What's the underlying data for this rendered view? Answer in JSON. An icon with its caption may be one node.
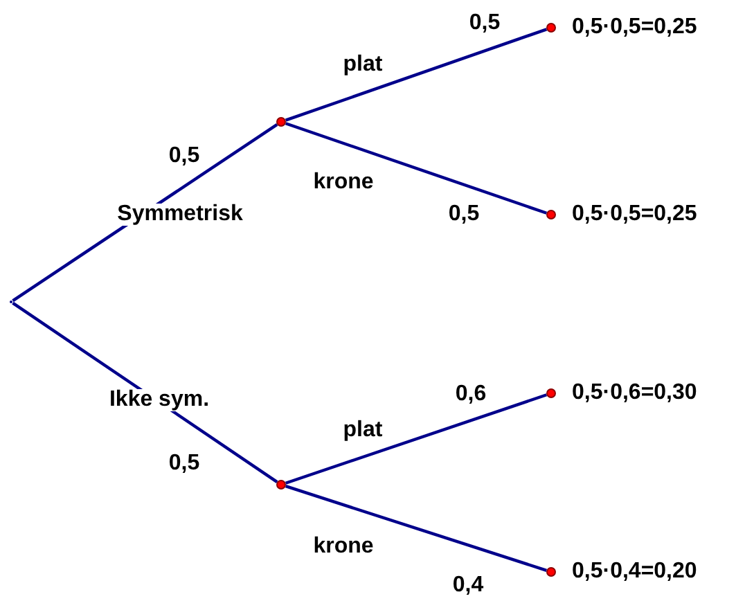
{
  "diagram": {
    "nodes": [
      {
        "text": [],
        "shape": "vertex"
      },
      {
        "text": [],
        "shape": "circle"
      },
      {
        "text": [],
        "shape": "circle"
      },
      {
        "text": [],
        "shape": "circle",
        "beside": [
          "0,5·0,5=0,25"
        ]
      },
      {
        "text": [],
        "shape": "circle",
        "beside": [
          "0,5·0,5=0,25"
        ]
      },
      {
        "text": [],
        "shape": "circle",
        "beside": [
          "0,5·0,6=0,30"
        ]
      },
      {
        "text": [],
        "shape": "circle",
        "beside": [
          "0,5·0,4=0,20"
        ]
      }
    ],
    "edges": [
      {
        "from": 0,
        "to": 1,
        "arrow": "none",
        "label": "Symmetrisk"
      },
      {
        "from": 0,
        "to": 2,
        "arrow": "none",
        "label": "Ikke sym."
      },
      {
        "from": 1,
        "to": 3,
        "arrow": "none",
        "label": "plat"
      },
      {
        "from": 1,
        "to": 4,
        "arrow": "none",
        "label": "krone"
      },
      {
        "from": 2,
        "to": 5,
        "arrow": "none",
        "label": "plat"
      },
      {
        "from": 2,
        "to": 6,
        "arrow": "none",
        "label": "krone"
      }
    ],
    "labels": [
      "0,5",
      "0,5",
      "0,5",
      "0,6",
      "0,5",
      "0,4"
    ]
  }
}
